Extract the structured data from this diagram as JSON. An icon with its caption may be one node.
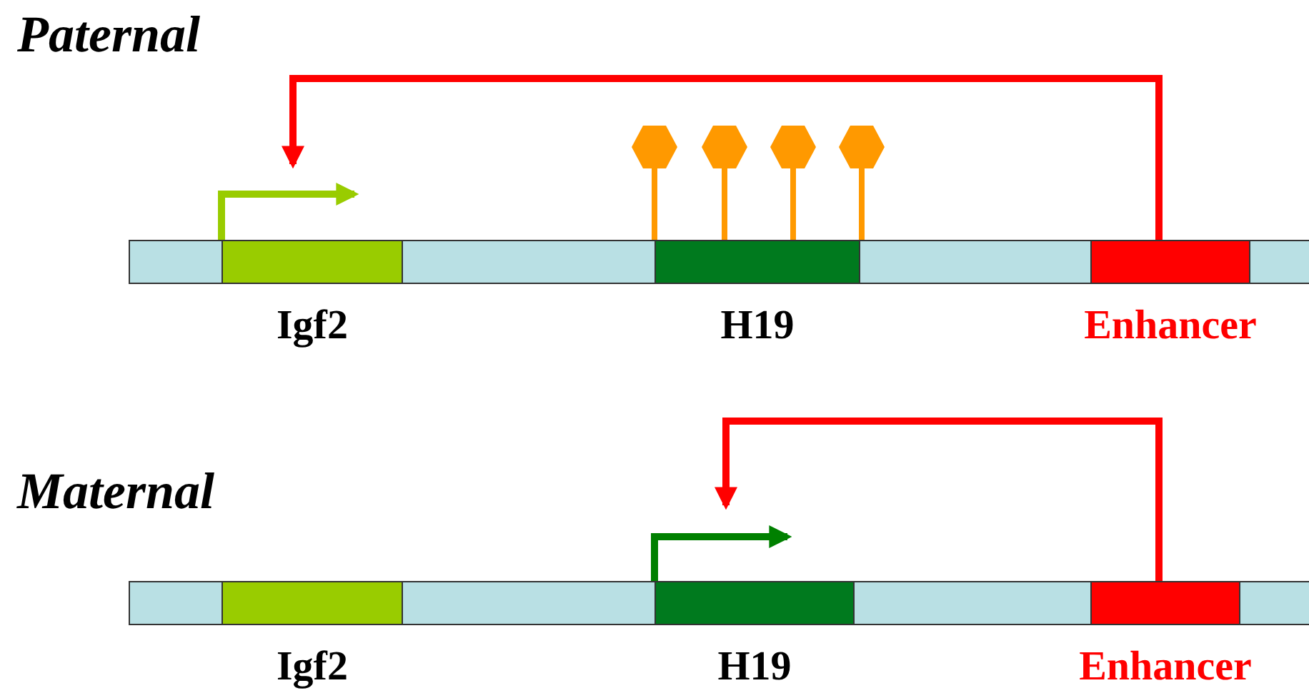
{
  "diagram": {
    "nodes": [
      {
        "text": [],
        "shape": "bar"
      },
      {
        "text": [
          "Igf2"
        ],
        "in": 0
      },
      {
        "text": [
          "H19"
        ],
        "in": 0
      },
      {
        "text": [
          "Enhancer"
        ],
        "in": 0
      },
      {
        "text": [],
        "shape": "bar"
      },
      {
        "text": [
          "Igf2"
        ],
        "in": 4
      },
      {
        "text": [
          "H19"
        ],
        "in": 4
      },
      {
        "text": [
          "Enhancer"
        ],
        "in": 4
      }
    ],
    "edges": [
      {
        "from": 3,
        "to": 1,
        "arrow": "to",
        "color": "#ff0000"
      },
      {
        "from": 1,
        "to": null,
        "arrow": "to",
        "color": "#99cc00"
      },
      {
        "from": 7,
        "to": 6,
        "arrow": "to",
        "color": "#ff0000"
      },
      {
        "from": 6,
        "to": null,
        "arrow": "to",
        "color": "#008000"
      }
    ],
    "labels": [
      "Paternal",
      "Maternal"
    ]
  }
}
